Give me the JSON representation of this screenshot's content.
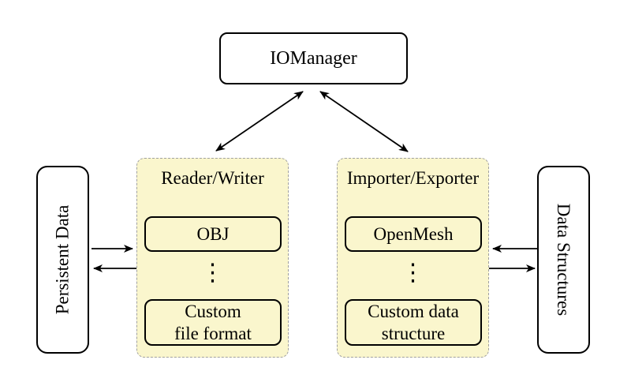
{
  "iomanager": {
    "label": "IOManager"
  },
  "persistent_data": {
    "label": "Persistent Data"
  },
  "data_structures": {
    "label": "Data Structures"
  },
  "reader_writer": {
    "title": "Reader/Writer",
    "ellipsis": "⋮",
    "items": [
      {
        "lines": [
          "OBJ"
        ]
      },
      {
        "lines": [
          "Custom",
          "file format"
        ]
      }
    ]
  },
  "importer_exporter": {
    "title": "Importer/Exporter",
    "ellipsis": "⋮",
    "items": [
      {
        "lines": [
          "OpenMesh"
        ]
      },
      {
        "lines": [
          "Custom data",
          "structure"
        ]
      }
    ]
  },
  "colors": {
    "canvas_bg": "#ffffff",
    "group_fill": "#faf6cd",
    "group_border": "#a0a0a0",
    "box_fill": "#ffffff",
    "box_border": "#000000",
    "text": "#000000",
    "arrow": "#000000"
  }
}
